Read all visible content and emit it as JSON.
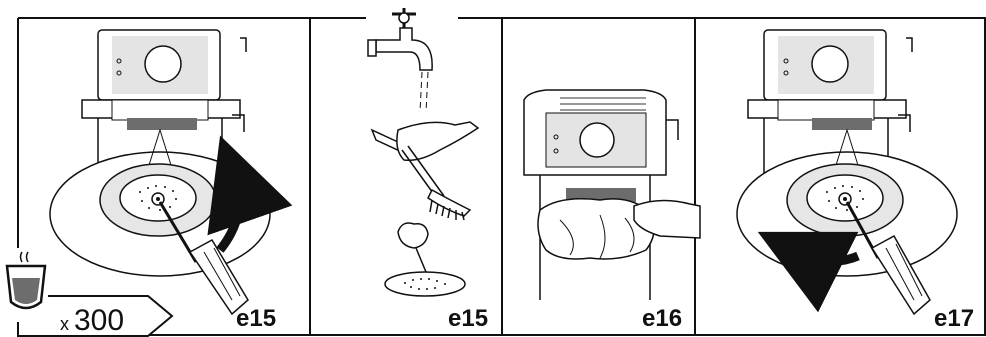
{
  "panels": [
    {
      "step": "e15",
      "content": "rotate-filter-holder-with-screwdriver"
    },
    {
      "step": "e15",
      "content": "clean-shower-screen-under-tap"
    },
    {
      "step": "e16",
      "content": "wipe-brew-head-with-cloth"
    },
    {
      "step": "e17",
      "content": "refit-filter-holder-with-screwdriver"
    }
  ],
  "counter": {
    "prefix": "x",
    "value": "300",
    "icon": "drip-tray-cup-icon"
  },
  "colors": {
    "stroke": "#111111",
    "gray": "#d9d9d9",
    "dark_gray": "#6d6d6d",
    "fill": "#ffffff"
  }
}
